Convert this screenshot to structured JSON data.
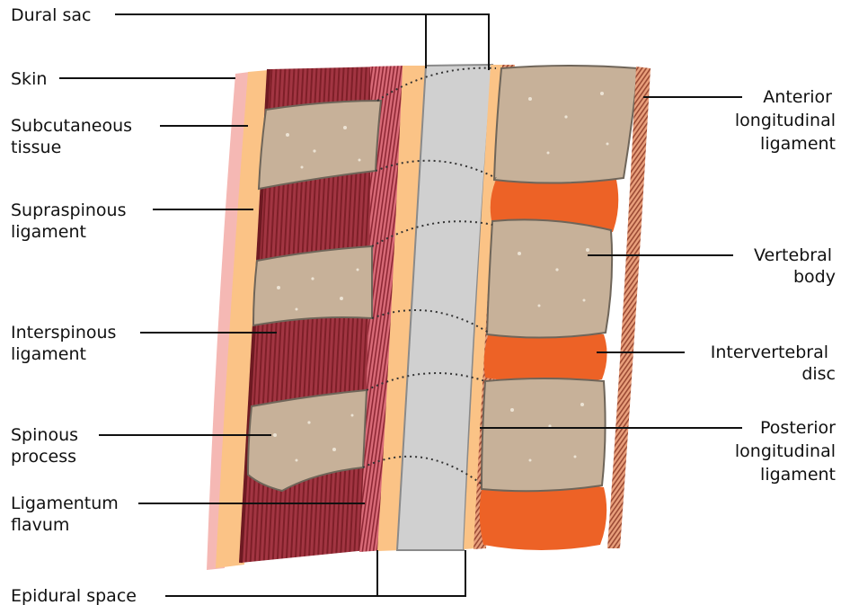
{
  "labels": {
    "dural_sac": "Dural sac",
    "skin": "Skin",
    "subcutaneous_1": "Subcutaneous",
    "subcutaneous_2": "tissue",
    "supraspinous_1": "Supraspinous",
    "supraspinous_2": "ligament",
    "interspinous_1": "Interspinous",
    "interspinous_2": "ligament",
    "spinous_1": "Spinous",
    "spinous_2": "process",
    "flavum_1": "Ligamentum",
    "flavum_2": "flavum",
    "epidural": "Epidural space",
    "anterior_1": "Anterior",
    "anterior_2": "longitudinal",
    "anterior_3": "ligament",
    "vertebral_1": "Vertebral",
    "vertebral_2": "body",
    "disc_1": "Intervertebral",
    "disc_2": "disc",
    "posterior_1": "Posterior",
    "posterior_2": "longitudinal",
    "posterior_3": "ligament"
  },
  "colors": {
    "skin": "#f5b8b4",
    "subcutaneous": "#fbc386",
    "muscle": "#9c2a34",
    "bone": "#c7b199",
    "bone_outline": "#6f6559",
    "dural": "#d0d0d0",
    "disc": "#ed6226",
    "ligament_stripe": "#a8543e"
  }
}
